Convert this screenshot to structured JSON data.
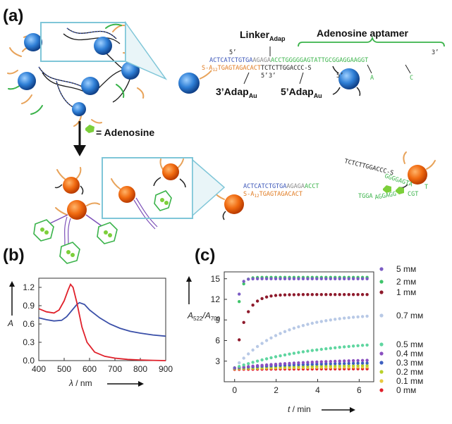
{
  "panels": {
    "a": "(a)",
    "b": "(b)",
    "c": "(c)"
  },
  "scheme": {
    "adenosine_label": "= Adenosine",
    "linker_main": "Linker",
    "linker_sub": "Adap",
    "aptamer_label": "Adenosine aptamer",
    "probe3_main": "3’Adap",
    "probe3_sub": "Au",
    "probe5_main": "5’Adap",
    "probe5_sub": "Au",
    "prime5_top": "5’",
    "prime3_top": "3’",
    "prime_mid_5": "5’",
    "prime_mid_3": "3’",
    "prime5_right": "5’",
    "seq_top_blue": "ACTCATCTGTGA",
    "seq_top_grey": "AGAGA",
    "seq_top_green": "ACCTGGGGGAGTATTGCGGAGGAAGGT",
    "seq_bottom_orange": "S-A",
    "seq_bottom_orange_sub": "12",
    "seq_bottom_orange2": "TGAGTAGACACT",
    "seq_bottom_black": "TCTCTTGGACCC-S",
    "letter_a": "A",
    "letter_c": "C",
    "released_seq": "TCTCTTGGACCC-S",
    "lower_blue": "ACTCATCTGTGA",
    "lower_grey": "AGAGA",
    "lower_green1": "ACCT",
    "lower_green_top": "GGGGAGTA",
    "lower_green_tail": "T",
    "lower_orange": "S-A",
    "lower_orange_sub": "12",
    "lower_orange2": "TGAGTAGACACT",
    "lower_green2": "TGGA",
    "lower_green_bot": "AGGAGG",
    "lower_green_end": "CGT"
  },
  "chart_data": [
    {
      "type": "line",
      "panel": "(b)",
      "xlabel_var": "λ",
      "xlabel_unit": " / nm",
      "ylabel": "A",
      "xlim": [
        400,
        900
      ],
      "ylim": [
        0,
        1.35
      ],
      "xticks": [
        400,
        500,
        600,
        700,
        800,
        900
      ],
      "yticks": [
        0.0,
        0.3,
        0.6,
        0.9,
        1.2
      ],
      "ytick_labels": [
        "0.0",
        "0.3",
        "0.6",
        "0.9",
        "1.2"
      ],
      "grid": false,
      "colors": {
        "red": "#e0202a",
        "blue": "#3a4fa8"
      },
      "series": [
        {
          "color": "#3a4fa8",
          "x": [
            400,
            430,
            460,
            490,
            510,
            530,
            550,
            560,
            580,
            600,
            640,
            680,
            720,
            760,
            800,
            850,
            900
          ],
          "y": [
            0.7,
            0.67,
            0.65,
            0.66,
            0.72,
            0.82,
            0.92,
            0.95,
            0.92,
            0.83,
            0.7,
            0.6,
            0.53,
            0.48,
            0.45,
            0.42,
            0.4
          ]
        },
        {
          "color": "#e0202a",
          "x": [
            400,
            430,
            460,
            480,
            500,
            515,
            525,
            535,
            550,
            570,
            590,
            620,
            660,
            700,
            750,
            800,
            850,
            900
          ],
          "y": [
            0.85,
            0.8,
            0.78,
            0.83,
            0.98,
            1.15,
            1.25,
            1.2,
            0.95,
            0.55,
            0.3,
            0.14,
            0.07,
            0.04,
            0.02,
            0.01,
            0.005,
            0.0
          ]
        }
      ]
    },
    {
      "type": "scatter",
      "panel": "(c)",
      "xlabel_var": "t",
      "xlabel_unit": " / min",
      "ylabel_main": "A",
      "ylabel_sub1": "522",
      "ylabel_mid": "/A",
      "ylabel_sub2": "700",
      "xlim": [
        -0.5,
        6.7
      ],
      "ylim": [
        0,
        16
      ],
      "xticks": [
        0,
        2,
        4,
        6
      ],
      "yticks": [
        3,
        6,
        9,
        12,
        15
      ],
      "grid": false,
      "series": [
        {
          "name": "5 mM",
          "label": "5 mм",
          "color": "#7b5cc4",
          "final": 15.0,
          "k": 8.0,
          "start": 2.0
        },
        {
          "name": "2 mM",
          "label": "2 mм",
          "color": "#3ec46a",
          "final": 15.2,
          "k": 6.0,
          "start": 2.0
        },
        {
          "name": "1 mM",
          "label": "1 mм",
          "color": "#8e1a2c",
          "final": 12.7,
          "k": 2.2,
          "start": 2.0
        },
        {
          "name": "0.7 mM",
          "label": "0.7 mм",
          "color": "#b8c9e6",
          "final": 10.0,
          "k": 0.45,
          "start": 2.0
        },
        {
          "name": "0.5 mM",
          "label": "0.5 mм",
          "color": "#5fd6a0",
          "final": 6.2,
          "k": 0.25,
          "start": 2.0
        },
        {
          "name": "0.4 mM",
          "label": "0.4 mм",
          "color": "#8a4fc0",
          "final": 3.4,
          "k": 0.25,
          "start": 2.0
        },
        {
          "name": "0.3 mM",
          "label": "0.3 mм",
          "color": "#3d5fc0",
          "final": 2.9,
          "k": 0.25,
          "start": 2.0
        },
        {
          "name": "0.2 mM",
          "label": "0.2 mм",
          "color": "#b9d12a",
          "final": 2.5,
          "k": 0.25,
          "start": 1.9
        },
        {
          "name": "0.1 mM",
          "label": "0.1 mм",
          "color": "#e8c840",
          "final": 2.2,
          "k": 0.25,
          "start": 1.9
        },
        {
          "name": "0 mM",
          "label": "0 mм",
          "color": "#e0202a",
          "final": 1.9,
          "k": 0.25,
          "start": 1.8
        }
      ]
    }
  ]
}
